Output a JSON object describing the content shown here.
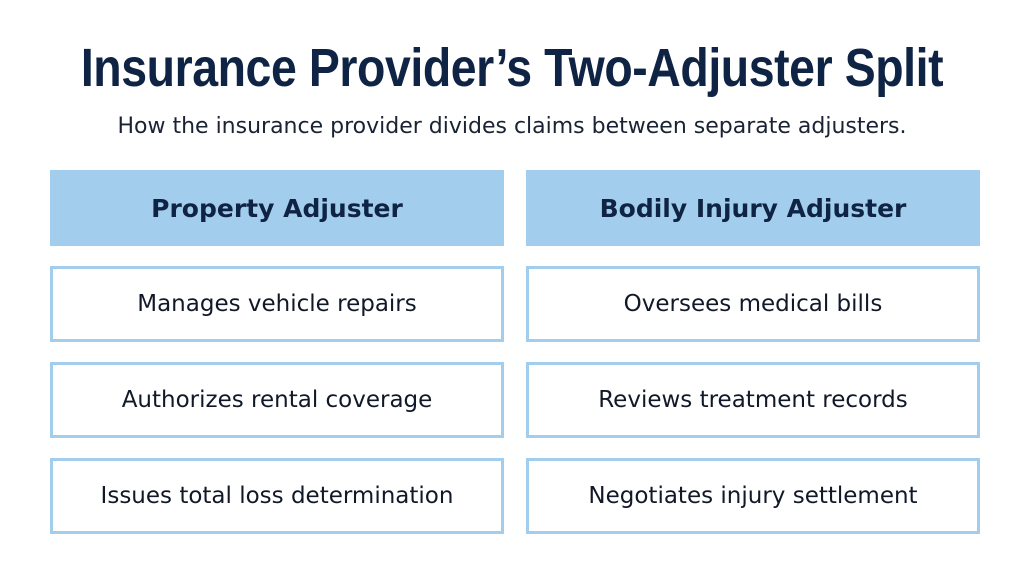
{
  "title": "Insurance Provider’s Two-Adjuster Split",
  "subtitle": "How the insurance provider divides claims between separate adjusters.",
  "columns": [
    {
      "header": "Property Adjuster",
      "items": [
        "Manages vehicle repairs",
        "Authorizes rental coverage",
        "Issues total loss determination"
      ]
    },
    {
      "header": "Bodily Injury Adjuster",
      "items": [
        "Oversees medical bills",
        "Reviews treatment records",
        "Negotiates injury settlement"
      ]
    }
  ],
  "colors": {
    "header_fill": "#a2cdec",
    "cell_border": "#a2cdec",
    "title_text": "#0f2444"
  }
}
